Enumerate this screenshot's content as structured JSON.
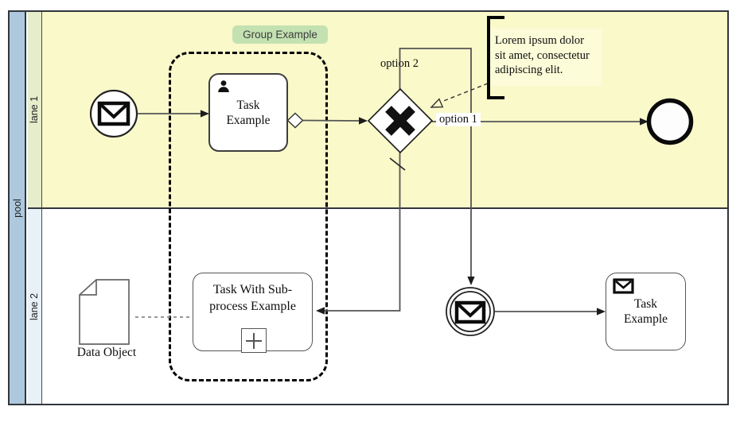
{
  "pool": {
    "label": "pool"
  },
  "lanes": {
    "lane1": "lane 1",
    "lane2": "lane 2"
  },
  "group": {
    "label": "Group Example"
  },
  "nodes": {
    "start_event": {
      "icon": "message-envelope-icon"
    },
    "task1": {
      "line1": "Task",
      "line2": "Example",
      "icon": "user-icon"
    },
    "gateway": {
      "icon": "exclusive-x-icon"
    },
    "end_event": {},
    "subprocess": {
      "line1": "Task With Sub-",
      "line2": "process Example",
      "icon": "plus-subprocess-marker-icon"
    },
    "message_event": {
      "icon": "message-envelope-icon"
    },
    "task2": {
      "line1": "Task",
      "line2": "Example",
      "icon": "message-envelope-icon"
    },
    "data_object": {
      "label": "Data Object"
    }
  },
  "flow_labels": {
    "option1": "option 1",
    "option2": "option 2"
  },
  "annotation": {
    "line1": "Lorem ipsum dolor",
    "line2": "sit amet, consectetur",
    "line3": "adipiscing elit."
  },
  "colors": {
    "lane1_bg": "#F9F9CA",
    "lane2_bg": "#FFFFFF",
    "pool_header_bg": "#AEC8DE",
    "lane1_header_bg": "#E5EDCB",
    "lane2_header_bg": "#E8F1F8",
    "group_label_bg": "#C3E1B1",
    "annotation_bg": "#FCFCD9",
    "flow_line": "#545454",
    "pool_border": "#30363B"
  }
}
